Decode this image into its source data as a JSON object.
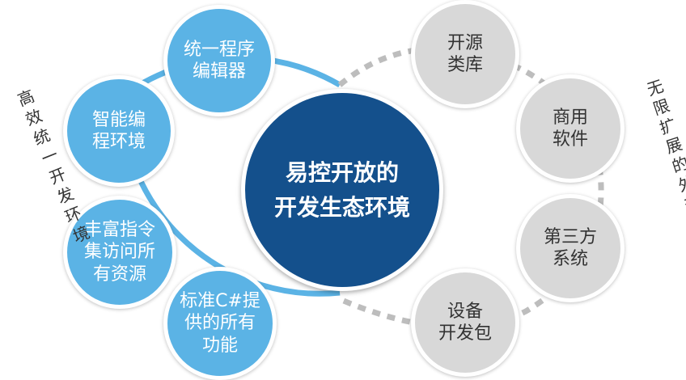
{
  "center": {
    "label": "易控开放的\n开发生态环境"
  },
  "left_nodes": [
    {
      "label": "统一程序\n编辑器"
    },
    {
      "label": "智能编\n程环境"
    },
    {
      "label": "丰富指令\n集访问所\n有资源"
    },
    {
      "label": "标准C#提\n供的所有\n功能"
    }
  ],
  "right_nodes": [
    {
      "label": "开源\n类库"
    },
    {
      "label": "商用\n软件"
    },
    {
      "label": "第三方\n系统"
    },
    {
      "label": "设备\n开发包"
    }
  ],
  "left_caption": "高效统一开发环境",
  "right_caption": "无限扩展的外部资源",
  "colors": {
    "center_fill": "#14508c",
    "blue_node": "#5bb3e5",
    "grey_node": "#d8d8d8",
    "blue_arc": "#5bb3e5",
    "grey_dash": "#bdbdbd"
  }
}
